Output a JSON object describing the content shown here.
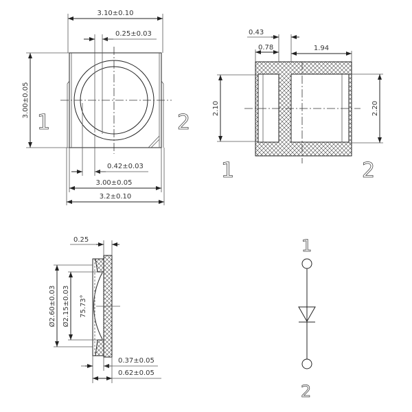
{
  "top_view": {
    "width_dim": "3.10±0.10",
    "lens_offset_dim": "0.25±0.03",
    "height_dim": "3.00±0.05",
    "inner_offset_dim": "0.42±0.03",
    "body_width_dim": "3.00±0.05",
    "total_width_dim": "3.2±0.10",
    "pin1_label": "1",
    "pin2_label": "2"
  },
  "bottom_view": {
    "gap_dim": "0.43",
    "pad1_width_dim": "0.78",
    "pad2_width_dim": "1.94",
    "pad1_height_dim": "2.10",
    "pad2_height_dim": "2.20",
    "pin1_label": "1",
    "pin2_label": "2"
  },
  "side_view": {
    "plate_dim": "0.25",
    "outer_dia_dim": "Ø2.60±0.03",
    "inner_dia_dim": "Ø2.15±0.03",
    "angle_dim": "75.73°",
    "lens_height_dim": "0.37±0.05",
    "total_height_dim": "0.62±0.05"
  },
  "schematic": {
    "pin1_label": "1",
    "pin2_label": "2"
  }
}
